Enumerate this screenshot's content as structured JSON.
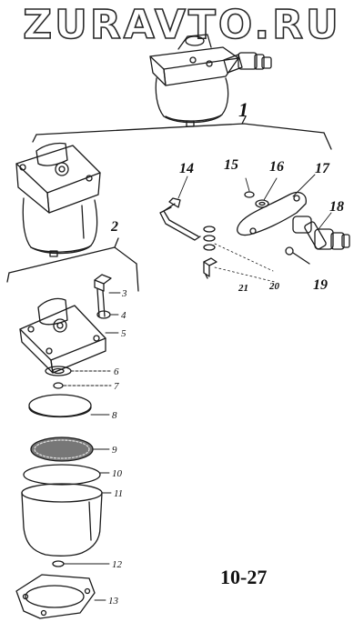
{
  "watermark": "ZURAVTO.RU",
  "figure_number": "10-27",
  "callouts": {
    "c1": "1",
    "c2": "2",
    "c3": "3",
    "c4": "4",
    "c5": "5",
    "c6": "6",
    "c7": "7",
    "c8": "8",
    "c9": "9",
    "c10": "10",
    "c11": "11",
    "c12": "12",
    "c13": "13",
    "c14": "14",
    "c15": "15",
    "c16": "16",
    "c17": "17",
    "c18": "18",
    "c19": "19",
    "c20": "20",
    "c21": "21"
  }
}
